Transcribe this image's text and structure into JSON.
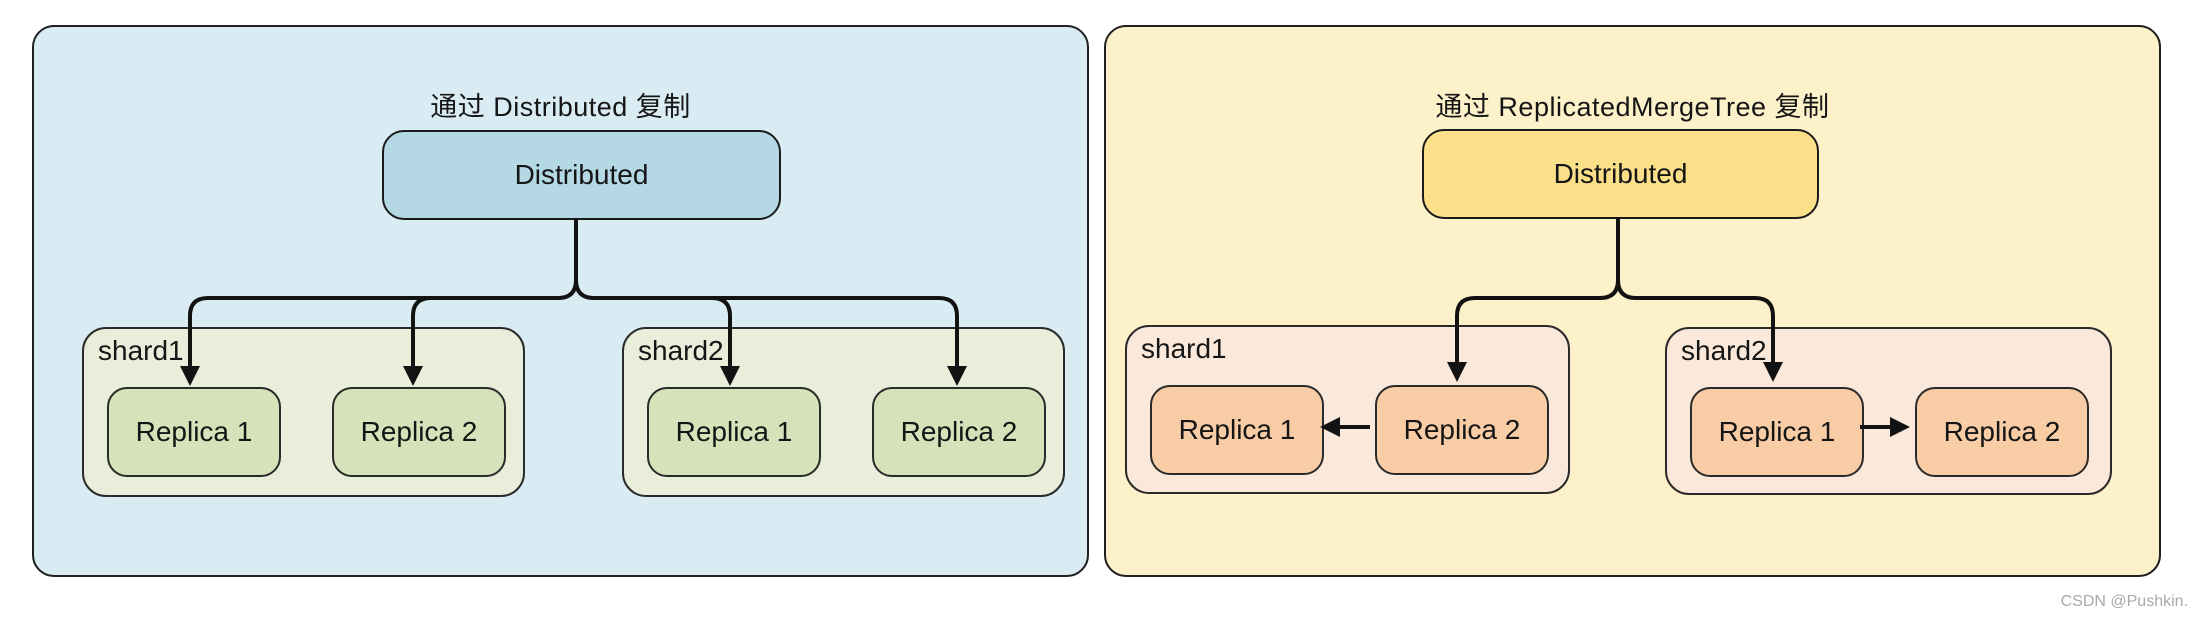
{
  "watermark": "CSDN @Pushkin.",
  "connector_color": "#121212",
  "panels": {
    "left": {
      "title": "通过 Distributed 复制",
      "distributed_label": "Distributed",
      "colors": {
        "panel_bg": "#daecf3",
        "distributed_bg": "#b4d9e5",
        "shard_bg": "#e9eedb",
        "replica_bg": "#d6e2ba"
      },
      "shards": [
        {
          "label": "shard1",
          "replicas": [
            "Replica 1",
            "Replica 2"
          ]
        },
        {
          "label": "shard2",
          "replicas": [
            "Replica 1",
            "Replica 2"
          ]
        }
      ],
      "flow": "Distributed writes to every replica of every shard"
    },
    "right": {
      "title": "通过 ReplicatedMergeTree 复制",
      "distributed_label": "Distributed",
      "colors": {
        "panel_bg": "#fdf1c9",
        "distributed_bg": "#fce089",
        "shard_bg": "#fae9da",
        "replica_bg": "#f8cda6"
      },
      "shards": [
        {
          "label": "shard1",
          "replicas": [
            "Replica 1",
            "Replica 2"
          ],
          "replication_arrow": "replica2-to-replica1"
        },
        {
          "label": "shard2",
          "replicas": [
            "Replica 1",
            "Replica 2"
          ],
          "replication_arrow": "replica1-to-replica2"
        }
      ],
      "flow": "Distributed writes to one replica per shard; replicas sync via ReplicatedMergeTree"
    }
  }
}
